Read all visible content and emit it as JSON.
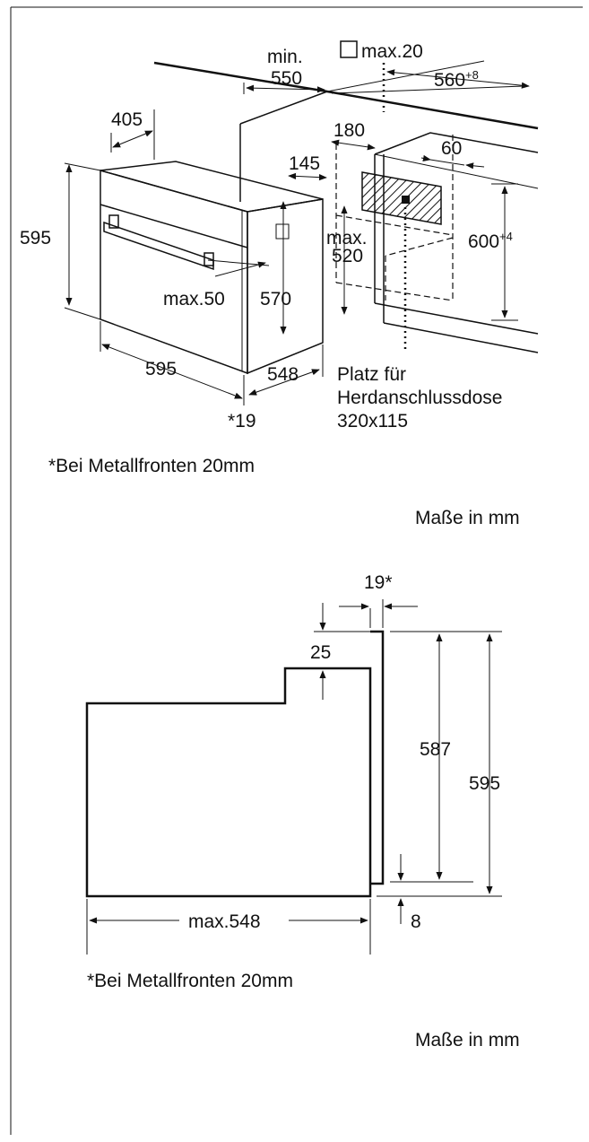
{
  "top_view": {
    "dim_min": "min.",
    "dim_550": "550",
    "dim_max20": "max.20",
    "dim_560": "560",
    "dim_560_sup": "+8",
    "dim_405": "405",
    "dim_180": "180",
    "dim_60": "60",
    "dim_145": "145",
    "dim_595_left": "595",
    "dim_max520_a": "max.",
    "dim_max520_b": "520",
    "dim_600": "600",
    "dim_600_sup": "+4",
    "dim_max50": "max.50",
    "dim_570": "570",
    "dim_595_bottom": "595",
    "dim_548": "548",
    "dim_19": "*19",
    "socket_line1": "Platz für",
    "socket_line2": "Herdanschlussdose",
    "socket_line3": "320x115",
    "note": "*Bei Metallfronten 20mm",
    "units": "Maße in mm"
  },
  "side_view": {
    "dim_19": "19*",
    "dim_25": "25",
    "dim_587": "587",
    "dim_595": "595",
    "dim_548": "max.548",
    "dim_8": "8",
    "note": "*Bei Metallfronten 20mm",
    "units": "Maße in mm"
  },
  "colors": {
    "ink": "#111111",
    "background": "#ffffff"
  }
}
